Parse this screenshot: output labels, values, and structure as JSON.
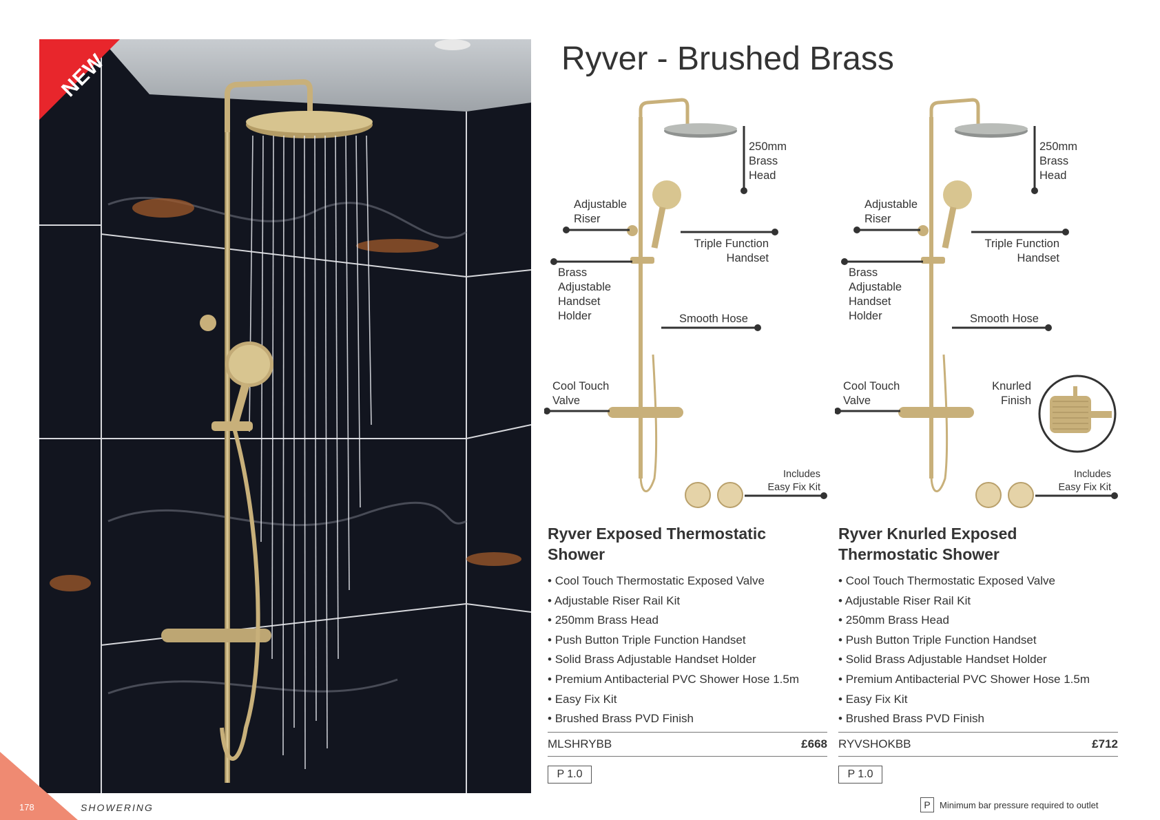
{
  "page": {
    "title": "Ryver - Brushed Brass",
    "badge": "NEW",
    "page_number": "178",
    "section": "SHOWERING",
    "footnote_key": "P",
    "footnote_text": "Minimum bar pressure required to outlet"
  },
  "colors": {
    "brass": "#c8b07a",
    "badge_red": "#e8262c",
    "corner_salmon": "#ef8a72",
    "tile_dark": "#121523"
  },
  "diagram_labels": {
    "head": "250mm\nBrass\nHead",
    "riser": "Adjustable\nRiser",
    "handset": "Triple Function\nHandset",
    "holder": "Brass\nAdjustable\nHandset\nHolder",
    "hose": "Smooth Hose",
    "valve": "Cool Touch\nValve",
    "kit": "Includes\nEasy Fix Kit",
    "knurled": "Knurled\nFinish"
  },
  "products": [
    {
      "title": "Ryver Exposed Thermostatic Shower",
      "features": [
        "Cool Touch Thermostatic Exposed Valve",
        "Adjustable Riser Rail Kit",
        "250mm Brass Head",
        "Push Button Triple Function Handset",
        "Solid Brass Adjustable Handset Holder",
        "Premium Antibacterial PVC Shower Hose 1.5m",
        "Easy Fix Kit",
        "Brushed Brass PVD Finish"
      ],
      "code": "MLSHRYBB",
      "price": "£668",
      "pressure": "P 1.0"
    },
    {
      "title": "Ryver Knurled Exposed Thermostatic Shower",
      "features": [
        "Cool Touch Thermostatic Exposed Valve",
        "Adjustable Riser Rail Kit",
        "250mm Brass Head",
        "Push Button Triple Function Handset",
        "Solid Brass Adjustable Handset Holder",
        "Premium Antibacterial PVC Shower Hose 1.5m",
        "Easy Fix Kit",
        "Brushed Brass PVD Finish"
      ],
      "code": "RYVSHOKBB",
      "price": "£712",
      "pressure": "P 1.0"
    }
  ]
}
